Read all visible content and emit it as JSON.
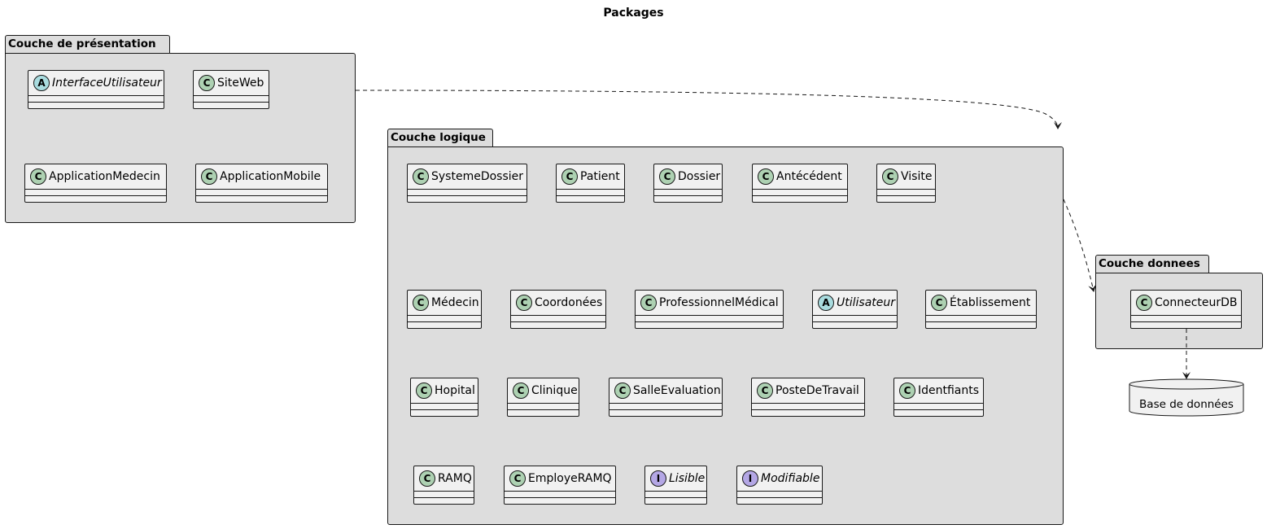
{
  "title": "Packages",
  "packages": {
    "presentation": {
      "name": "Couche de présentation",
      "classes": [
        {
          "name": "InterfaceUtilisateur",
          "stereotype": "A",
          "italic": true
        },
        {
          "name": "SiteWeb",
          "stereotype": "C",
          "italic": false
        },
        {
          "name": "ApplicationMedecin",
          "stereotype": "C",
          "italic": false
        },
        {
          "name": "ApplicationMobile",
          "stereotype": "C",
          "italic": false
        }
      ]
    },
    "logique": {
      "name": "Couche logique",
      "classes": [
        {
          "name": "SystemeDossier",
          "stereotype": "C",
          "italic": false
        },
        {
          "name": "Patient",
          "stereotype": "C",
          "italic": false
        },
        {
          "name": "Dossier",
          "stereotype": "C",
          "italic": false
        },
        {
          "name": "Antécédent",
          "stereotype": "C",
          "italic": false
        },
        {
          "name": "Visite",
          "stereotype": "C",
          "italic": false
        },
        {
          "name": "Médecin",
          "stereotype": "C",
          "italic": false
        },
        {
          "name": "Coordonées",
          "stereotype": "C",
          "italic": false
        },
        {
          "name": "ProfessionnelMédical",
          "stereotype": "C",
          "italic": false
        },
        {
          "name": "Utilisateur",
          "stereotype": "A",
          "italic": true
        },
        {
          "name": "Établissement",
          "stereotype": "C",
          "italic": false
        },
        {
          "name": "Hopital",
          "stereotype": "C",
          "italic": false
        },
        {
          "name": "Clinique",
          "stereotype": "C",
          "italic": false
        },
        {
          "name": "SalleEvaluation",
          "stereotype": "C",
          "italic": false
        },
        {
          "name": "PosteDeTravail",
          "stereotype": "C",
          "italic": false
        },
        {
          "name": "Identfiants",
          "stereotype": "C",
          "italic": false
        },
        {
          "name": "RAMQ",
          "stereotype": "C",
          "italic": false
        },
        {
          "name": "EmployeRAMQ",
          "stereotype": "C",
          "italic": false
        },
        {
          "name": "Lisible",
          "stereotype": "I",
          "italic": true
        },
        {
          "name": "Modifiable",
          "stereotype": "I",
          "italic": true
        }
      ]
    },
    "donnees": {
      "name": "Couche donnees",
      "classes": [
        {
          "name": "ConnecteurDB",
          "stereotype": "C",
          "italic": false
        }
      ]
    }
  },
  "database": {
    "label": "Base de données"
  },
  "colors": {
    "package_fill": "#dddddd",
    "class_fill": "#f1f1f1",
    "class_badge": "#add1b2",
    "abstract_badge": "#a9dcdf",
    "interface_badge": "#b4a7e5",
    "stroke": "#181818"
  }
}
